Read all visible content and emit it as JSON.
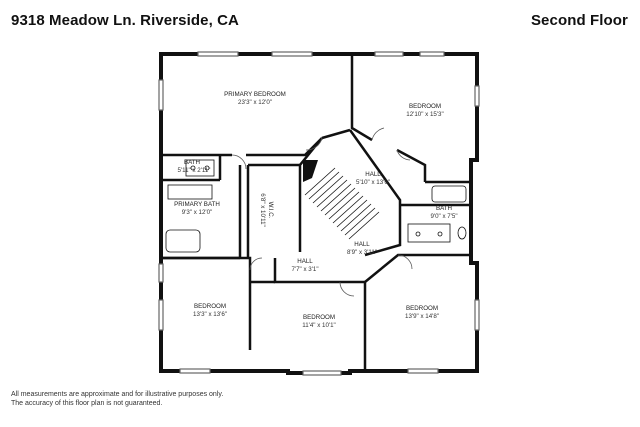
{
  "header": {
    "address": "9318 Meadow Ln. Riverside, CA",
    "floor": "Second Floor"
  },
  "rooms": [
    {
      "name": "PRIMARY BEDROOM",
      "dims": "23'3\" x 12'0\""
    },
    {
      "name": "BEDROOM",
      "dims": "12'10\" x 15'3\""
    },
    {
      "name": "BATH",
      "dims": "5'11\" x 2'11\""
    },
    {
      "name": "PRIMARY BATH",
      "dims": "9'3\" x 12'0\""
    },
    {
      "name": "W.I.C.",
      "dims": "6'8\" x 10'11\""
    },
    {
      "name": "HALL",
      "dims": "5'10\" x 13'6\""
    },
    {
      "name": "BATH",
      "dims": "9'0\" x 7'5\""
    },
    {
      "name": "HALL",
      "dims": "8'9\" x 3'11\""
    },
    {
      "name": "HALL",
      "dims": "7'7\" x 3'1\""
    },
    {
      "name": "BEDROOM",
      "dims": "13'3\" x 13'6\""
    },
    {
      "name": "BEDROOM",
      "dims": "11'4\" x 10'1\""
    },
    {
      "name": "BEDROOM",
      "dims": "13'9\" x 14'8\""
    }
  ],
  "disclaimer": {
    "line1": "All measurements are approximate and for illustrative purposes only.",
    "line2": "The accuracy of this floor plan is not guaranteed."
  }
}
